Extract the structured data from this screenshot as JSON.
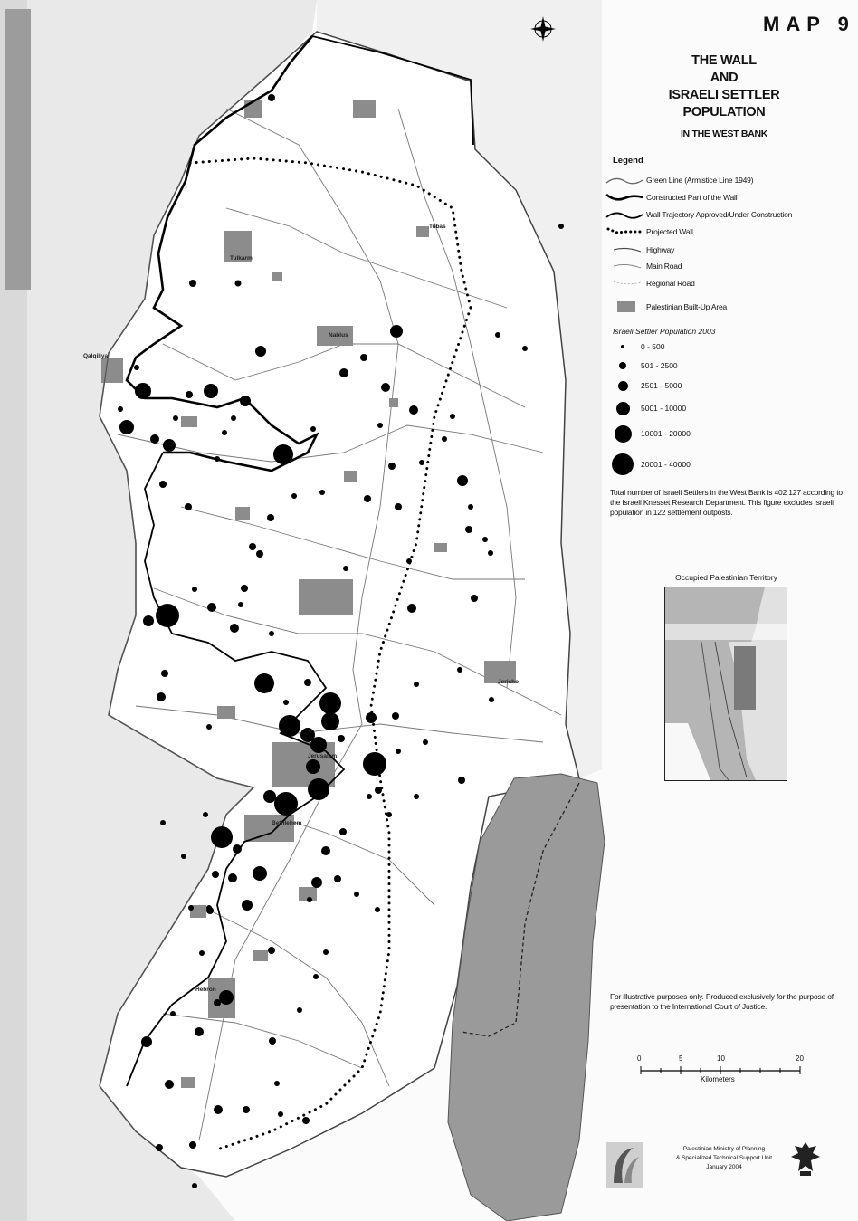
{
  "header": {
    "map_number": "MAP 9",
    "title_lines": [
      "THE WALL",
      "AND",
      "ISRAELI SETTLER",
      "POPULATION"
    ],
    "subtitle": "IN THE WEST BANK"
  },
  "legend": {
    "title": "Legend",
    "items": [
      {
        "label": "Green Line (Armistice Line 1949)",
        "icon": "green-line-symbol"
      },
      {
        "label": "Constructed Part of the Wall",
        "icon": "constructed-wall-symbol"
      },
      {
        "label": "Wall Trajectory Approved/Under Construction",
        "icon": "approved-wall-symbol"
      },
      {
        "label": "Projected Wall",
        "icon": "projected-wall-symbol"
      },
      {
        "label": "Highway",
        "icon": "highway-symbol"
      },
      {
        "label": "Main Road",
        "icon": "main-road-symbol"
      },
      {
        "label": "Regional Road",
        "icon": "regional-road-symbol"
      },
      {
        "label": "Palestinian Built-Up Area",
        "icon": "built-up-area-symbol"
      }
    ],
    "population_title": "Israeli Settler Population 2003",
    "population_classes": [
      "0 - 500",
      "501 - 2500",
      "2501 - 5000",
      "5001 - 10000",
      "10001 - 20000",
      "20001 - 40000"
    ]
  },
  "note": "Total number of Israeli Settlers in the West Bank is 402 127 according to the Israeli Knesset Research Department. This figure excludes Israeli population in 122 settlement outposts.",
  "inset": {
    "title": "Occupied Palestinian Territory"
  },
  "disclaimer": "For illustrative purposes only. Produced exclusively for the purpose of presentation to the International Court of Justice.",
  "scale": {
    "ticks": [
      "0",
      "5",
      "10",
      "20"
    ],
    "unit": "Kilometers"
  },
  "credit": {
    "lines": [
      "Palestinian Ministry of Planning",
      "& Specialized Technical Support Unit",
      "January 2004"
    ]
  },
  "places": [
    "Tulkarm",
    "Qalqiliya",
    "Nablus",
    "Tubas",
    "Jericho",
    "Jerusalem",
    "Bethlehem",
    "Hebron"
  ],
  "colors": {
    "background": "#fbfbfb",
    "built_up": "#8c8c8c",
    "dead_sea": "#9a9a9a",
    "israel_side": "#e9e9e9",
    "settlement_dot": "#000000"
  }
}
